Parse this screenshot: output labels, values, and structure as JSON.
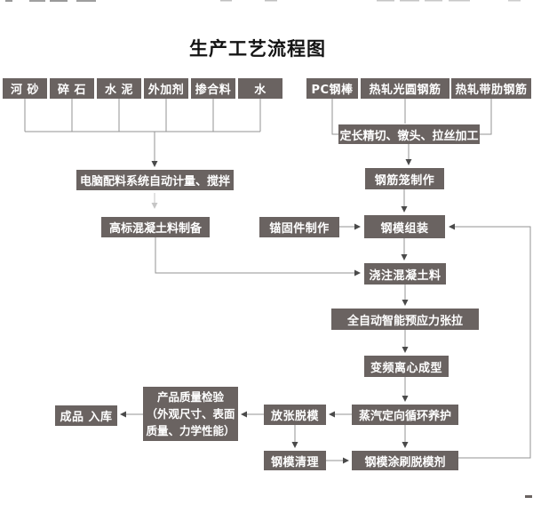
{
  "title": "生产工艺流程图",
  "colors": {
    "box": "#6a6361",
    "box_text": "#ffffff",
    "line": "#939393",
    "arrow": "#4a4a4a",
    "faint": "#c6c6c6",
    "title": "#141414",
    "background": "#ffffff"
  },
  "flowchart": {
    "raw_materials": [
      "河 砂",
      "碎 石",
      "水 泥",
      "外加剂",
      "掺合料",
      "水"
    ],
    "steel_materials": [
      "PC钢棒",
      "热轧光圆钢筋",
      "热轧带肋钢筋"
    ],
    "steps": {
      "batching": "电脑配料系统自动计量、搅拌",
      "concrete_prep": "高标混凝土料制备",
      "steel_processing": "定长精切、镦头、拉丝加工",
      "cage_making": "钢筋笼制作",
      "anchor_making": "锚固件制作",
      "mold_assembly": "钢模组装",
      "pouring": "浇注混凝土料",
      "tensioning": "全自动智能预应力张拉",
      "centrifugal": "变频离心成型",
      "curing": "蒸汽定向循环养护",
      "demolding": "放张脱模",
      "inspection_line1": "产品质量检验",
      "inspection_line2": "（外观尺寸、表面",
      "inspection_line3": "质量、力学性能）",
      "storage": "成品 入库",
      "mold_cleaning": "钢模清理",
      "mold_coating": "钢模涂刷脱模剂"
    }
  }
}
